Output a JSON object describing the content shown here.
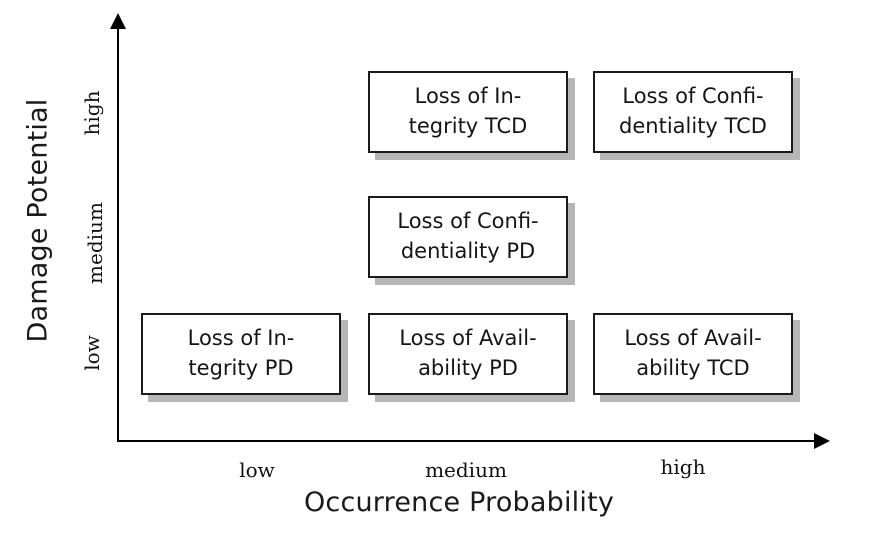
{
  "chart_data": {
    "type": "table",
    "title": "",
    "xlabel": "Occurrence Probability",
    "ylabel": "Damage Potential",
    "x_categories": [
      "low",
      "medium",
      "high"
    ],
    "y_categories": [
      "low",
      "medium",
      "high"
    ],
    "grid": false,
    "legend": "none",
    "cells": [
      {
        "x": "medium",
        "y": "high",
        "label": "Loss of In-\ntegrity TCD",
        "text": "Loss of Integrity TCD"
      },
      {
        "x": "high",
        "y": "high",
        "label": "Loss of Confi-\ndentiality TCD",
        "text": "Loss of Confidentiality TCD"
      },
      {
        "x": "medium",
        "y": "medium",
        "label": "Loss of Confi-\ndentiality PD",
        "text": "Loss of Confidentiality PD"
      },
      {
        "x": "low",
        "y": "low",
        "label": "Loss of In-\ntegrity PD",
        "text": "Loss of Integrity PD"
      },
      {
        "x": "medium",
        "y": "low",
        "label": "Loss of Avail-\nability PD",
        "text": "Loss of Availability PD"
      },
      {
        "x": "high",
        "y": "low",
        "label": "Loss of Avail-\nability TCD",
        "text": "Loss of Availability TCD"
      }
    ]
  },
  "axes": {
    "y": {
      "title": "Damage Potential",
      "ticks": [
        "high",
        "medium",
        "low"
      ]
    },
    "x": {
      "title": "Occurrence Probability",
      "ticks": [
        "low",
        "medium",
        "high"
      ]
    }
  },
  "colors": {
    "axis": "#000000",
    "box_border": "#1a1a1a",
    "box_fill": "#ffffff",
    "box_shadow": "#b6b6b6",
    "text": "#151515",
    "background": "#ffffff"
  }
}
